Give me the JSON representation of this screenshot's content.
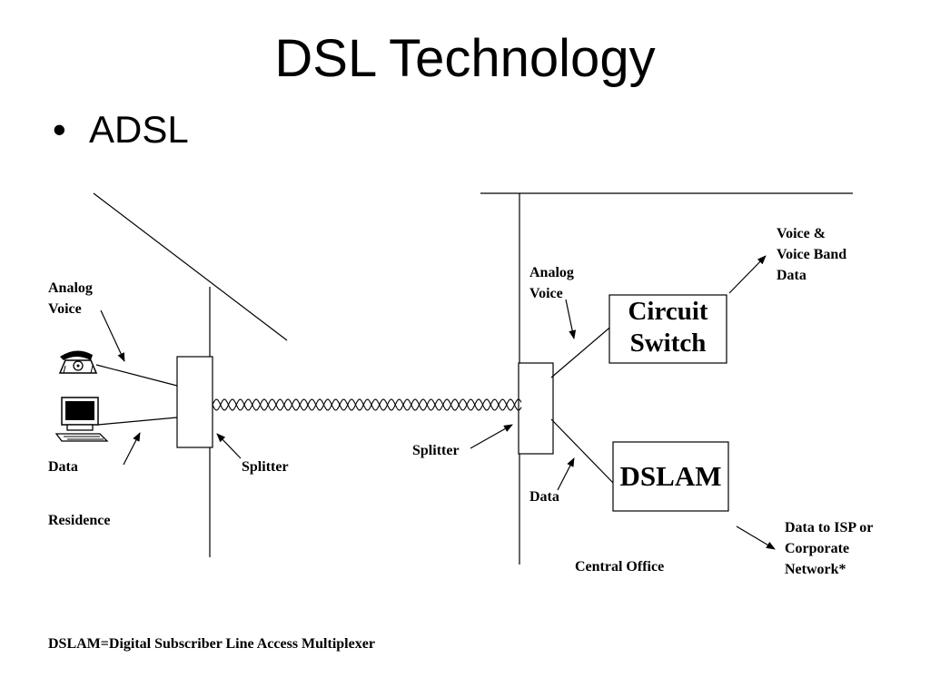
{
  "title": "DSL Technology",
  "bullet": "ADSL",
  "left": {
    "analog_voice": [
      "Analog",
      "Voice"
    ],
    "data": "Data",
    "splitter": "Splitter",
    "residence": "Residence"
  },
  "right": {
    "analog_voice": [
      "Analog",
      "Voice"
    ],
    "splitter": "Splitter",
    "data": "Data",
    "central_office": "Central Office",
    "circuit_switch": [
      "Circuit",
      "Switch"
    ],
    "dslam": "DSLAM",
    "voice_out": [
      "Voice &",
      "Voice Band",
      "Data"
    ],
    "data_out": [
      "Data to ISP or",
      "Corporate",
      "Network*"
    ]
  },
  "footnote": "DSLAM=Digital Subscriber Line Access Multiplexer",
  "icons": [
    "telephone-icon",
    "computer-icon"
  ]
}
